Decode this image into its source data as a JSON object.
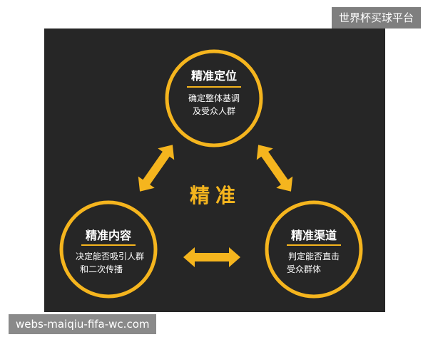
{
  "watermark_top": "世界杯买球平台",
  "watermark_bottom": "webs-maiqiu-fifa-wc.com",
  "center_label": "精准",
  "colors": {
    "accent": "#f5b51e",
    "panel": "#262626",
    "text": "#ffffff"
  },
  "nodes": {
    "top": {
      "title": "精准定位",
      "lines": [
        "确定整体基调",
        "及受众人群"
      ]
    },
    "left": {
      "title": "精准内容",
      "lines": [
        "决定能否吸引人群",
        "和二次传播"
      ]
    },
    "right": {
      "title": "精准渠道",
      "lines": [
        "判定能否直击",
        "受众群体"
      ]
    }
  }
}
